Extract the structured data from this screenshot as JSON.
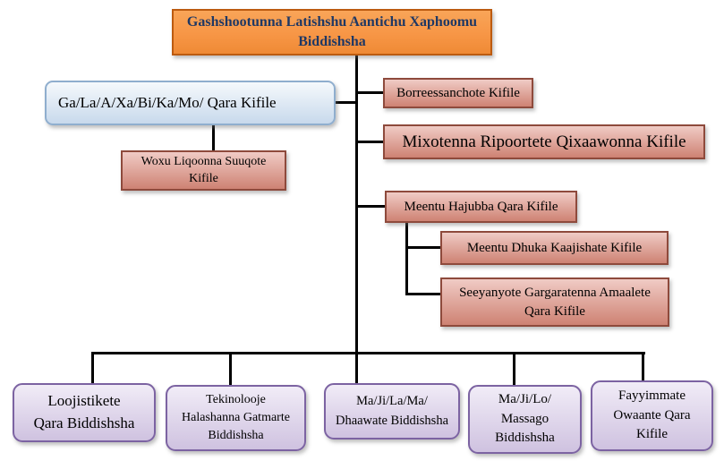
{
  "org_chart": {
    "root": {
      "label": "Gashshootunna Latishshu Aantichu Xaphoomu\nBiddishsha"
    },
    "left_branch": {
      "dept": {
        "label": "Ga/La/A/Xa/Bi/Ka/Mo/ Qara Kifile"
      },
      "child": {
        "label": "Woxu Liqoonna Suuqote\nKifile"
      }
    },
    "right_branch": [
      {
        "label": "Borreessanchote Kifile"
      },
      {
        "label": "Mixotenna Ripoortete Qixaawonna Kifile"
      },
      {
        "label": "Meentu Hajubba Qara Kifile"
      }
    ],
    "meentu_children": [
      {
        "label": "Meentu Dhuka Kaajishate Kifile"
      },
      {
        "label": "Seeyanyote Gargaratenna Amaalete\nQara Kifile"
      }
    ],
    "bottom_row": [
      {
        "label": "Loojistikete\nQara Biddishsha"
      },
      {
        "label": "Tekinolooje\nHalashanna Gatmarte\nBiddishsha"
      },
      {
        "label": "Ma/Ji/La/Ma/\nDhaawate Biddishsha"
      },
      {
        "label": "Ma/Ji/Lo/\nMassago\nBiddishsha"
      },
      {
        "label": "Fayyimmate\nOwaante Qara\nKifile"
      }
    ]
  },
  "colors": {
    "orange_light": "#F9A558",
    "orange_fill": "#F79646",
    "orange_deep": "#EF8A35",
    "orange_border": "#BC5B10",
    "root_text": "#1F3864",
    "salmon_light": "#F0CBC5",
    "salmon_dark": "#CE8273",
    "salmon_border": "#8E4A3C",
    "blue_light": "#F5F9FC",
    "blue_dark": "#C8D9EC",
    "blue_border": "#8FAECE",
    "purple_light": "#F1ECF7",
    "purple_dark": "#CFC2E0",
    "purple_border": "#7C63A2",
    "line_color": "#000000"
  }
}
